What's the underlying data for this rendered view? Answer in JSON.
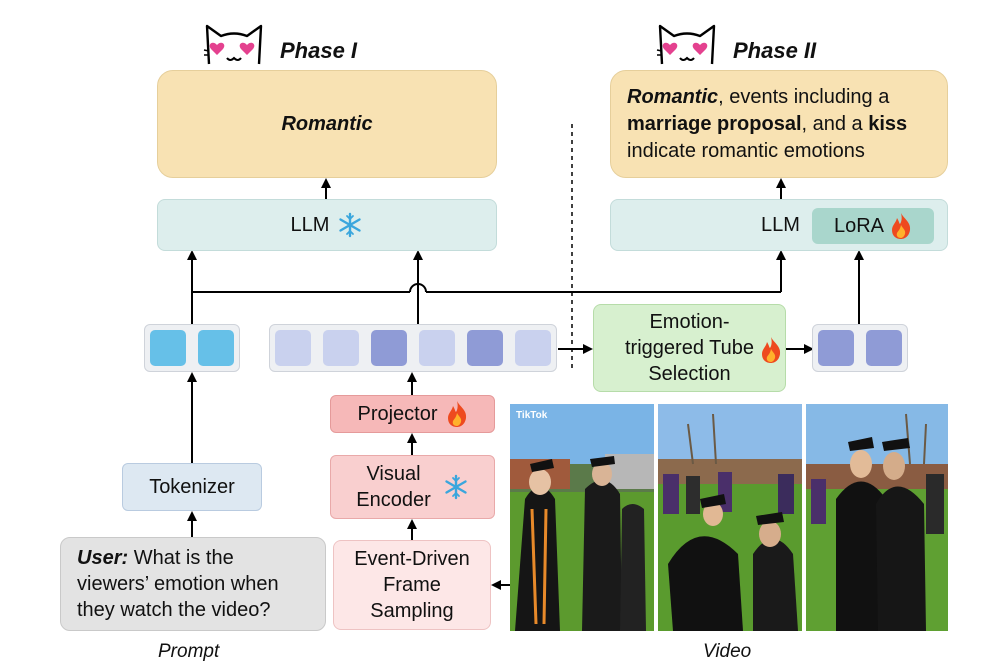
{
  "phase1": {
    "title": "Phase I",
    "output": "Romantic",
    "llm_label": "LLM"
  },
  "phase2": {
    "title": "Phase II",
    "output": {
      "w1": "Romantic",
      "t1": ", events including a",
      "w2": "marriage proposal",
      "t2": ", and a ",
      "w3": "kiss",
      "t3": "indicate romantic emotions"
    },
    "llm_label": "LLM",
    "lora_label": "LoRA"
  },
  "modules": {
    "projector": "Projector",
    "visual_encoder": [
      "Visual",
      "Encoder"
    ],
    "frame_sampling": [
      "Event-Driven",
      "Frame",
      "Sampling"
    ],
    "tokenizer": "Tokenizer",
    "tube_selection": [
      "Emotion-",
      "triggered Tube",
      "Selection"
    ]
  },
  "prompt": {
    "user_label": "User:",
    "question_l1": " What is the",
    "question_l2": "viewers’ emotion when",
    "question_l3": "they watch the video?"
  },
  "captions": {
    "prompt": "Prompt",
    "video": "Video"
  },
  "video": {
    "watermark": "TikTok"
  },
  "icons": {
    "frozen": "snowflake-icon",
    "trainable": "fire-icon",
    "mascot": "cat-heart-eyes-icon"
  },
  "colors": {
    "output": "#f8e2b3",
    "llm": "#ddeeed",
    "lora": "#a9d6cc",
    "projector": "#f6b8b8",
    "encoder": "#f9cfcf",
    "sampling": "#fde7e7",
    "tokenizer": "#dde8f2",
    "prompt": "#e3e3e3",
    "tube": "#d7f0cf",
    "text_token": "#66c0e8",
    "visual_token_light": "#c9d1ee",
    "visual_token_dark": "#8f9bd6"
  }
}
